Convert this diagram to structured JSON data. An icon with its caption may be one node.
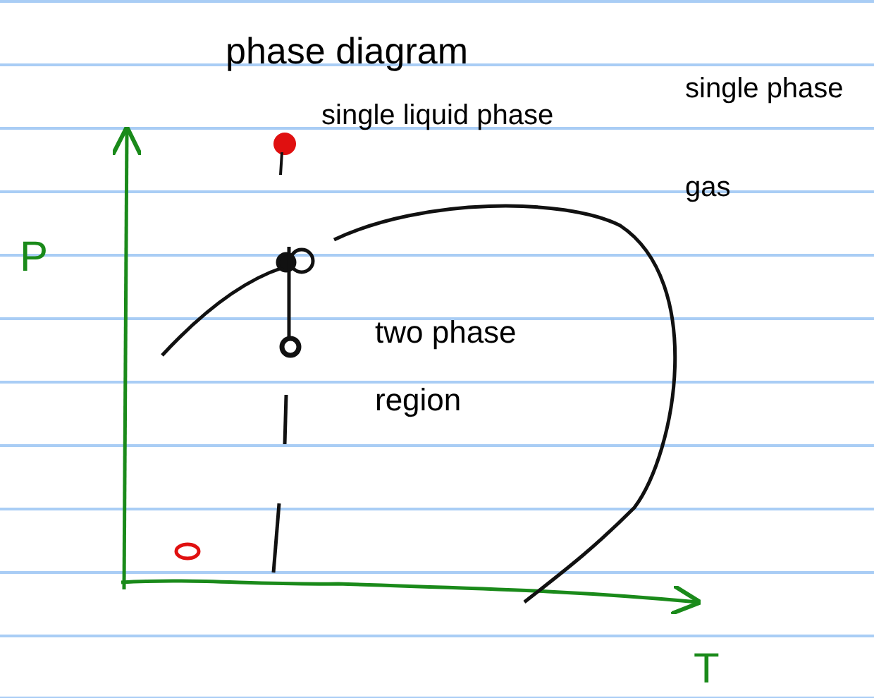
{
  "diagram": {
    "title": "phase diagram",
    "labels": [
      "single liquid phase",
      "single phase gas",
      "two phase region",
      "P",
      "T"
    ]
  }
}
